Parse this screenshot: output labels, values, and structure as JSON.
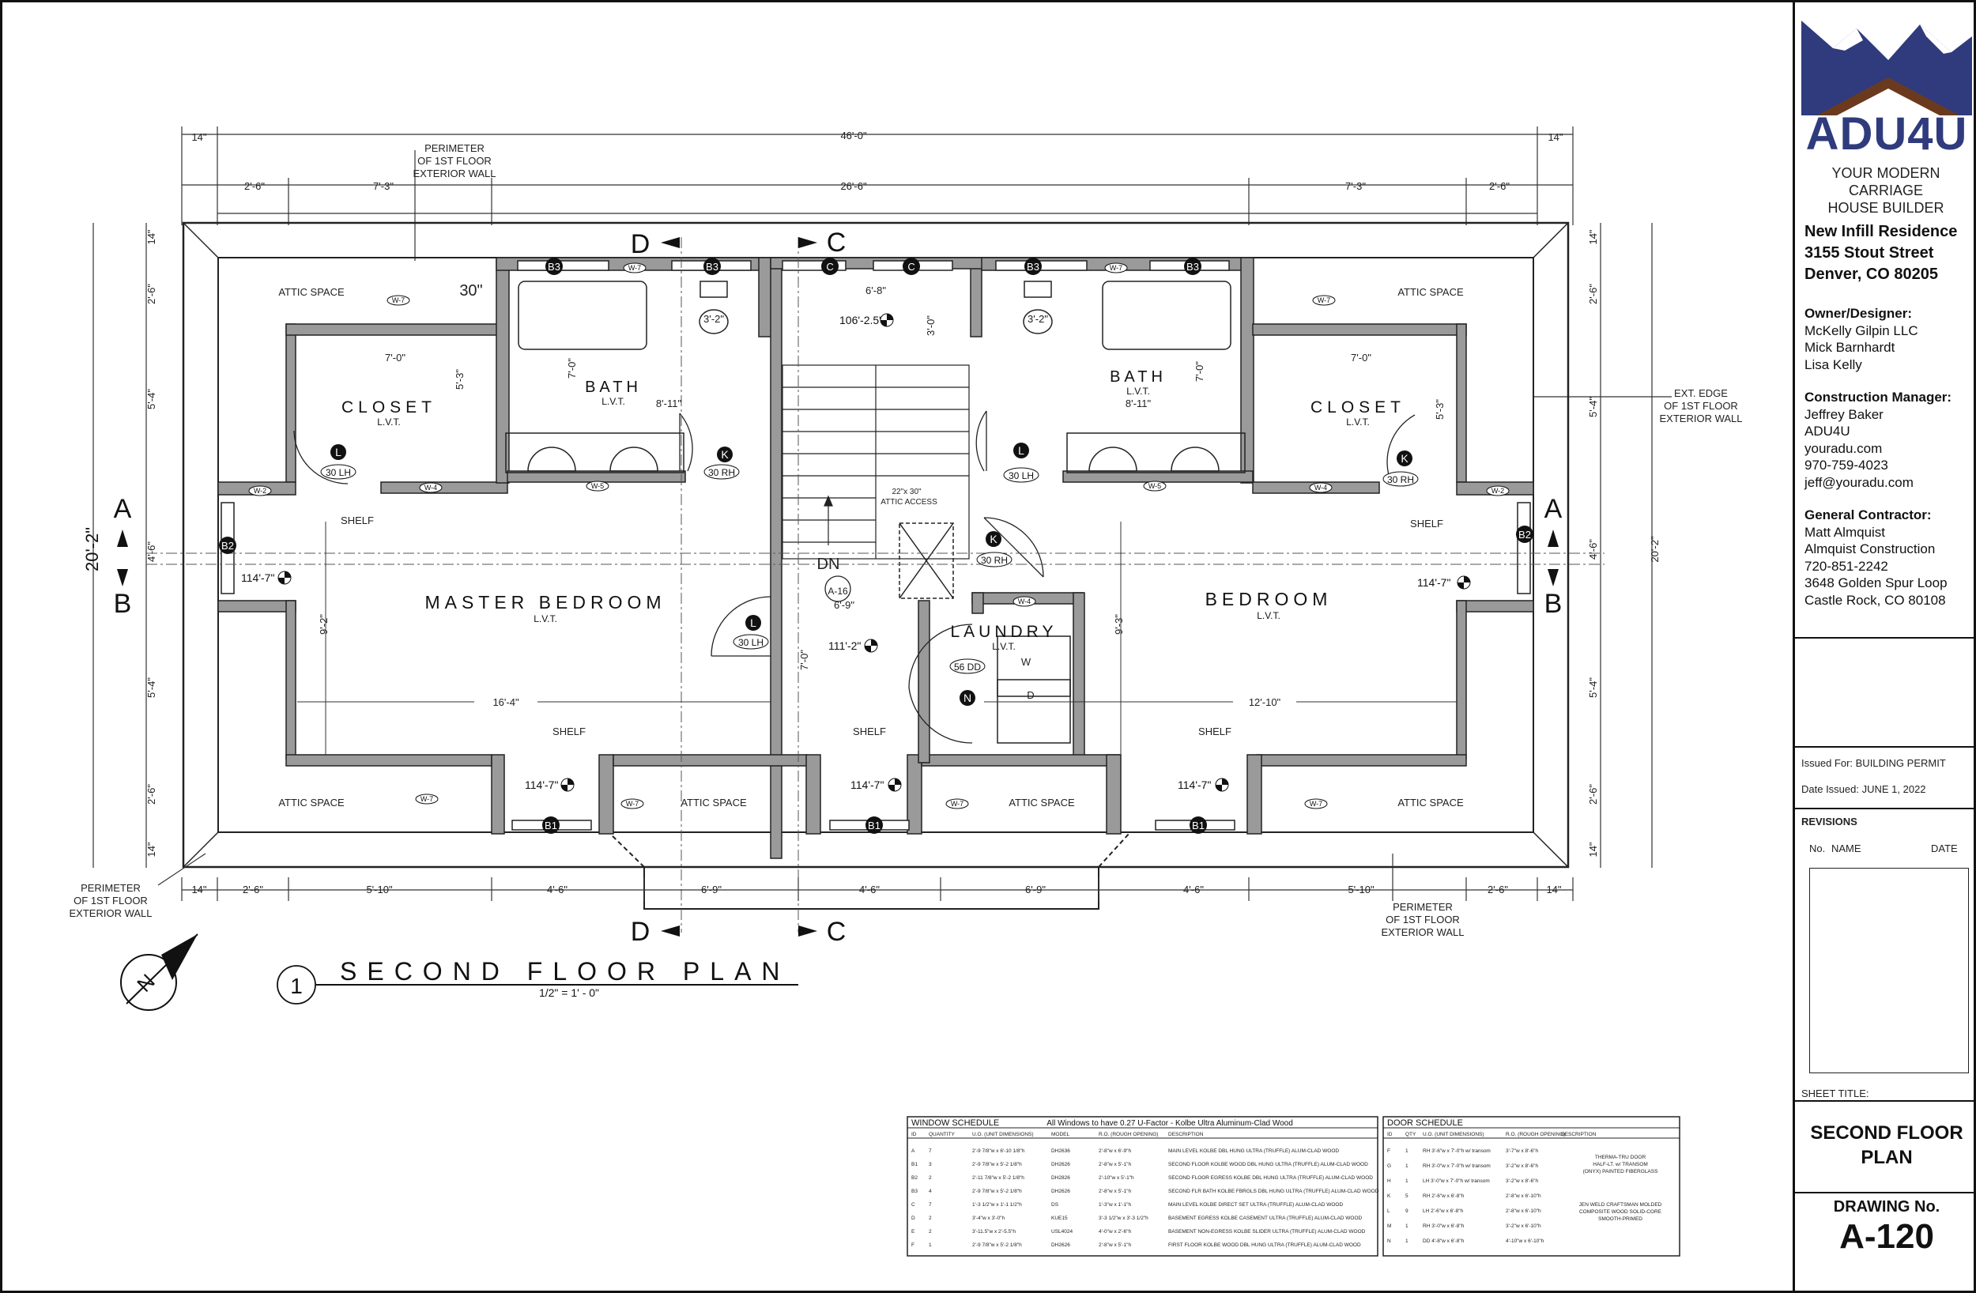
{
  "title_block": {
    "brand": "ADU4U",
    "tagline_1": "YOUR MODERN CARRIAGE",
    "tagline_2": "HOUSE BUILDER",
    "project_name": "New Infill Residence",
    "project_address_1": "3155 Stout Street",
    "project_address_2": "Denver, CO 80205",
    "owner_heading": "Owner/Designer:",
    "owner_lines": [
      "McKelly Gilpin LLC",
      "Mick Barnhardt",
      "Lisa Kelly"
    ],
    "cm_heading": "Construction Manager:",
    "cm_lines": [
      "Jeffrey Baker",
      "ADU4U",
      "youradu.com",
      "970-759-4023",
      "jeff@youradu.com"
    ],
    "gc_heading": "General Contractor:",
    "gc_lines": [
      "Matt Almquist",
      "Almquist Construction",
      "720-851-2242",
      "3648 Golden Spur Loop",
      "Castle Rock, CO 80108"
    ],
    "issued_for": "Issued For: BUILDING PERMIT",
    "date_issued": "Date Issued: JUNE 1, 2022",
    "revisions_heading": "REVISIONS",
    "rev_col_no": "No.",
    "rev_col_name": "NAME",
    "rev_col_date": "DATE",
    "sheet_title_label": "SHEET TITLE:",
    "sheet_title_1": "SECOND FLOOR",
    "sheet_title_2": "PLAN",
    "drawing_no_label": "DRAWING No.",
    "drawing_no": "A-120",
    "colors": {
      "brand_blue": "#2f3b7c",
      "mountain_brown": "#6b3a1e",
      "wall_gray": "#9a9a9a"
    }
  },
  "plan": {
    "title": "SECOND FLOOR PLAN",
    "scale": "1/2\" = 1' - 0\"",
    "callout_number": "1",
    "north_label": "N",
    "rooms": {
      "master_bedroom": "MASTER BEDROOM",
      "bedroom": "BEDROOM",
      "bath_left": "BATH",
      "bath_right": "BATH",
      "closet_left": "CLOSET",
      "closet_right": "CLOSET",
      "laundry": "LAUNDRY",
      "lvt": "L.V.T."
    },
    "labels": {
      "attic_space": "ATTIC SPACE",
      "shelf": "SHELF",
      "perimeter_1": "PERIMETER",
      "perimeter_2": "OF 1ST FLOOR",
      "perimeter_3": "EXTERIOR WALL",
      "ext_edge_1": "EXT. EDGE",
      "ext_edge_2": "OF 1ST FLOOR",
      "ext_edge_3": "EXTERIOR WALL",
      "attic_access_1": "22\"x 30\"",
      "attic_access_2": "ATTIC ACCESS",
      "dn": "DN",
      "a16": "A-16",
      "thirty_in": "30\"",
      "washer": "W",
      "dryer": "D"
    },
    "sections": {
      "a": "A",
      "b": "B",
      "c": "C",
      "d": "D"
    },
    "dims_top": {
      "overall": "46'-0\"",
      "d14": "14\"",
      "d2_6": "2'-6\"",
      "d7_3": "7'-3\"",
      "d26_6": "26'-6\""
    },
    "dims_bottom": {
      "d5_10": "5'-10\"",
      "d4_6": "4'-6\"",
      "d6_9": "6'-9\""
    },
    "dims_side": {
      "overall_left": "20'-2\"",
      "overall_right": "20'-2\"",
      "d5_4": "5'-4\"",
      "d4_6": "4'-6\"",
      "d2_6": "2'-6\"",
      "d14": "14\""
    },
    "dims_interior": {
      "d7_0": "7'-0\"",
      "d5_3": "5'-3\"",
      "d8_11": "8'-11\"",
      "d3_2": "3'-2\"",
      "d6_8": "6'-8\"",
      "d3_0": "3'-0\"",
      "d16_4": "16'-4\"",
      "d12_10": "12'-10\"",
      "d9_2": "9'-2\"",
      "d9_3": "9'-3\"",
      "d6_9": "6'-9\""
    },
    "elevations": {
      "e106": "106'-2.5\"",
      "e114": "114'-7\"",
      "e111": "111'-2\""
    },
    "door_tags": {
      "k": "K",
      "l": "L",
      "n": "N",
      "rh30": "30 RH",
      "lh30": "30 LH",
      "dd56": "56 DD"
    },
    "window_tags": {
      "b1": "B1",
      "b2": "B2",
      "b3": "B3",
      "c": "C"
    },
    "wall_tags": {
      "w7": "W-7",
      "w4": "W-4",
      "w5": "W-5",
      "w2": "W-2"
    }
  },
  "window_schedule": {
    "title": "WINDOW SCHEDULE",
    "note": "All Windows to have 0.27 U-Factor - Kolbe Ultra Aluminum-Clad Wood",
    "columns": [
      "ID",
      "QUANTITY",
      "U.O. (UNIT DIMENSIONS)",
      "MODEL",
      "R.O. (ROUGH OPENING)",
      "DESCRIPTION"
    ],
    "rows": [
      [
        "A",
        "7",
        "2'-9 7/8\"w x 6'-10 1/8\"h",
        "DH2636",
        "2'-8\"w x 6'-9\"h",
        "MAIN LEVEL KOLBE DBL HUNG ULTRA (TRUFFLE) ALUM-CLAD WOOD"
      ],
      [
        "B1",
        "3",
        "2'-9 7/8\"w x 5'-2 1/8\"h",
        "DH2626",
        "2'-8\"w x 5'-1\"h",
        "SECOND FLOOR KOLBE WOOD DBL HUNG ULTRA (TRUFFLE) ALUM-CLAD WOOD"
      ],
      [
        "B2",
        "2",
        "2'-11 7/8\"w x 5'-2 1/8\"h",
        "DH2826",
        "2'-10\"w x 5'-1\"h",
        "SECOND FLOOR EGRESS KOLBE DBL HUNG ULTRA (TRUFFLE) ALUM-CLAD WOOD"
      ],
      [
        "B3",
        "4",
        "2'-9 7/8\"w x 5'-2 1/8\"h",
        "DH2626",
        "2'-8\"w x 5'-1\"h",
        "SECOND FLR BATH KOLBE FBRGLS DBL HUNG ULTRA (TRUFFLE) ALUM-CLAD WOOD"
      ],
      [
        "C",
        "7",
        "1'-3 1/2\"w x 1'-1 1/2\"h",
        "DS",
        "1'-3\"w x 1'-1\"h",
        "MAIN LEVEL KOLBE DIRECT SET ULTRA (TRUFFLE) ALUM-CLAD WOOD"
      ],
      [
        "D",
        "2",
        "3'-4\"w x 3'-0\"h",
        "KUE15",
        "3'-3 1/2\"w x 3'-3 1/2\"h",
        "BASEMENT EGRESS KOLBE CASEMENT ULTRA (TRUFFLE) ALUM-CLAD WOOD"
      ],
      [
        "E",
        "2",
        "3'-11.5\"w x 2'-5.5\"h",
        "USL4024",
        "4'-0\"w x 2'-6\"h",
        "BASEMENT NON-EGRESS KOLBE SLIDER ULTRA (TRUFFLE) ALUM-CLAD WOOD"
      ],
      [
        "F",
        "1",
        "2'-9 7/8\"w x 5'-2 1/8\"h",
        "DH2626",
        "2'-8\"w x 5'-1\"h",
        "FIRST FLOOR KOLBE WOOD DBL HUNG ULTRA (TRUFFLE) ALUM-CLAD WOOD"
      ]
    ]
  },
  "door_schedule": {
    "title": "DOOR SCHEDULE",
    "columns": [
      "ID",
      "QTY",
      "U.O. (UNIT DIMENSIONS)",
      "R.O. (ROUGH OPENING)",
      "DESCRIPTION"
    ],
    "rows": [
      [
        "F",
        "1",
        "RH 3'-6\"w x 7'-0\"h w/ transom",
        "3'-7\"w x 8'-6\"h",
        ""
      ],
      [
        "G",
        "1",
        "RH 3'-0\"w x 7'-0\"h w/ transom",
        "3'-2\"w x 8'-6\"h",
        ""
      ],
      [
        "H",
        "1",
        "LH 3'-0\"w x 7'-0\"h w/ transom",
        "3'-2\"w x 8'-6\"h",
        ""
      ],
      [
        "K",
        "5",
        "RH 2'-6\"w x 6'-8\"h",
        "2'-8\"w x 6'-10\"h",
        ""
      ],
      [
        "L",
        "9",
        "LH 2'-6\"w x 6'-8\"h",
        "2'-8\"w x 6'-10\"h",
        ""
      ],
      [
        "M",
        "1",
        "RH 3'-0\"w x 6'-8\"h",
        "3'-2\"w x 6'-10\"h",
        ""
      ],
      [
        "N",
        "1",
        "DD 4'-8\"w x 6'-8\"h",
        "4'-10\"w x 6'-10\"h",
        ""
      ]
    ],
    "desc_group_1": [
      "THERMA-TRU DOOR",
      "HALF-LT. w/ TRANSOM",
      "(ONYX) PAINTED FIBERGLASS"
    ],
    "desc_group_2": [
      "JEN WELD CRAFTSMAN MOLDED",
      "COMPOSITE WOOD SOLID-CORE",
      "SMOOTH-PRIMED"
    ]
  }
}
